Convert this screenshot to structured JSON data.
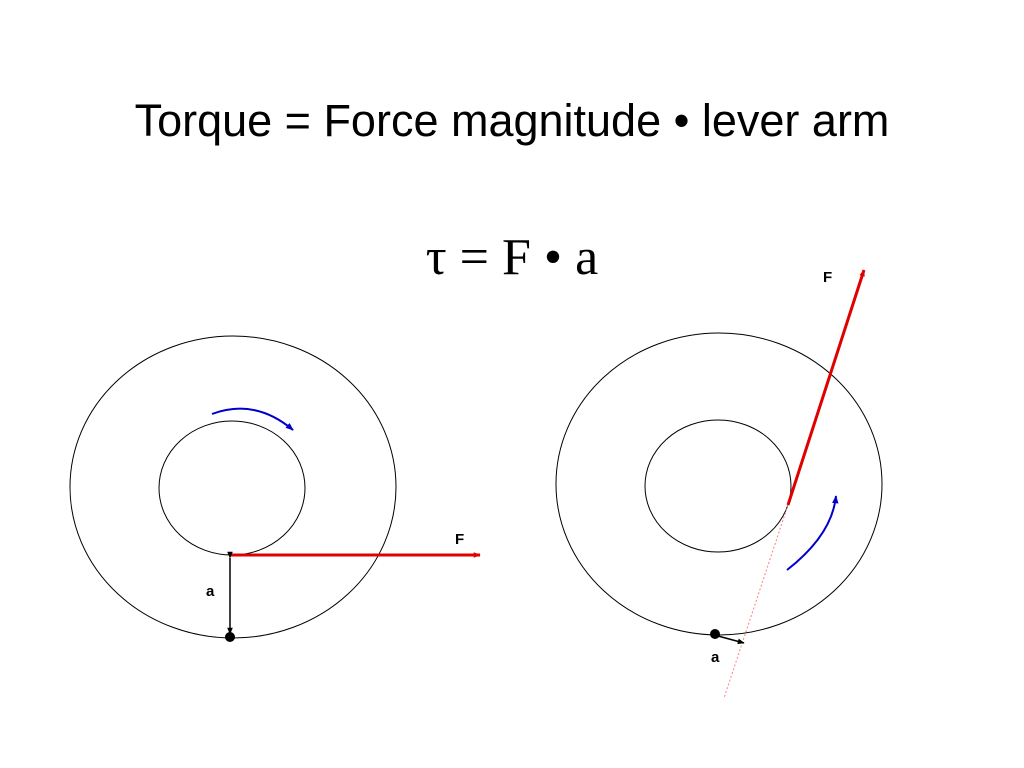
{
  "slide": {
    "title": "Torque = Force magnitude •  lever arm",
    "formula": "τ = F • a"
  },
  "left_diagram": {
    "force_label": "F",
    "lever_arm_label": "a"
  },
  "right_diagram": {
    "force_label": "F",
    "lever_arm_label": "a"
  },
  "colors": {
    "force": "#e00000",
    "rotation": "#0000cc",
    "outline": "#000000",
    "line_of_action": "#ff8080"
  }
}
